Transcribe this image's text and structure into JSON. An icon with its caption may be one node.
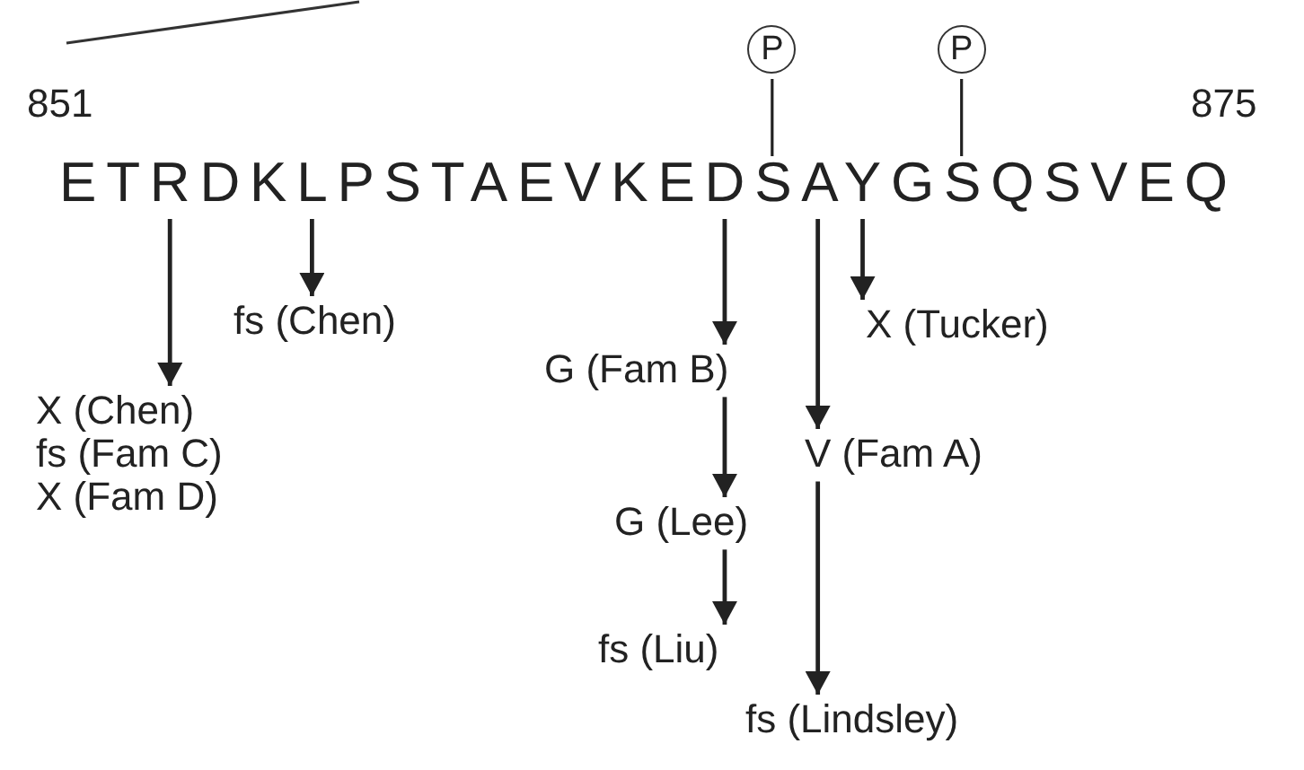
{
  "diagram": {
    "nodes": [
      {
        "text": [
          "P"
        ]
      },
      {
        "text": [
          "P"
        ]
      },
      {
        "text": [
          "ETRDKLPSTAEVKEDSAYGSQSVEQ"
        ]
      },
      {
        "text": [
          "fs (Chen)"
        ]
      },
      {
        "text": [
          "X (Tucker)"
        ]
      },
      {
        "text": [
          "G (Fam B)"
        ]
      },
      {
        "text": [
          "X (Chen)",
          "fs (Fam C)",
          "X (Fam D)"
        ]
      },
      {
        "text": [
          "V (Fam A)"
        ]
      },
      {
        "text": [
          "G (Lee)"
        ]
      },
      {
        "text": [
          "fs (Liu)"
        ]
      },
      {
        "text": [
          "fs (Lindsley)"
        ]
      }
    ],
    "edges": [
      {
        "from": 0,
        "to": 2,
        "arrow": "none"
      },
      {
        "from": 1,
        "to": 2,
        "arrow": "none"
      },
      {
        "from": 2,
        "to": 6,
        "arrow": "to"
      },
      {
        "from": 2,
        "to": 3,
        "arrow": "to"
      },
      {
        "from": 2,
        "to": 5,
        "arrow": "to"
      },
      {
        "from": 5,
        "to": 8,
        "arrow": "to"
      },
      {
        "from": 8,
        "to": 9,
        "arrow": "to"
      },
      {
        "from": 2,
        "to": 7,
        "arrow": "to"
      },
      {
        "from": 7,
        "to": 10,
        "arrow": "to"
      },
      {
        "from": 2,
        "to": 4,
        "arrow": "to"
      }
    ],
    "labels": [
      "851",
      "875"
    ]
  }
}
